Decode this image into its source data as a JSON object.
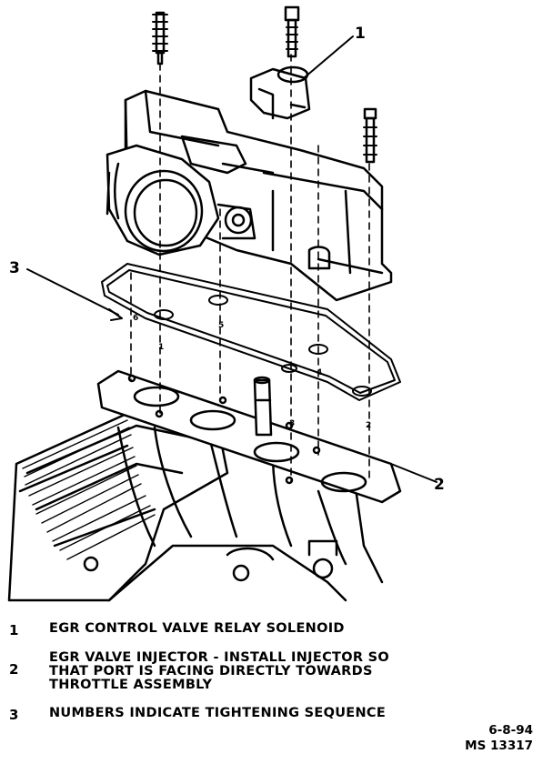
{
  "callouts": {
    "c1": "1",
    "c2": "2",
    "c3": "3"
  },
  "sequence_numbers": [
    "1",
    "2",
    "3",
    "4",
    "5",
    "6"
  ],
  "legend": [
    {
      "number": "1",
      "text": "EGR CONTROL VALVE RELAY SOLENOID"
    },
    {
      "number": "2",
      "text": "EGR VALVE INJECTOR - INSTALL INJECTOR SO\nTHAT PORT IS FACING DIRECTLY TOWARDS\nTHROTTLE ASSEMBLY"
    },
    {
      "number": "3",
      "text": "NUMBERS INDICATE TIGHTENING SEQUENCE"
    }
  ],
  "footer": {
    "date": "6-8-94",
    "figure_id": "MS 13317"
  }
}
